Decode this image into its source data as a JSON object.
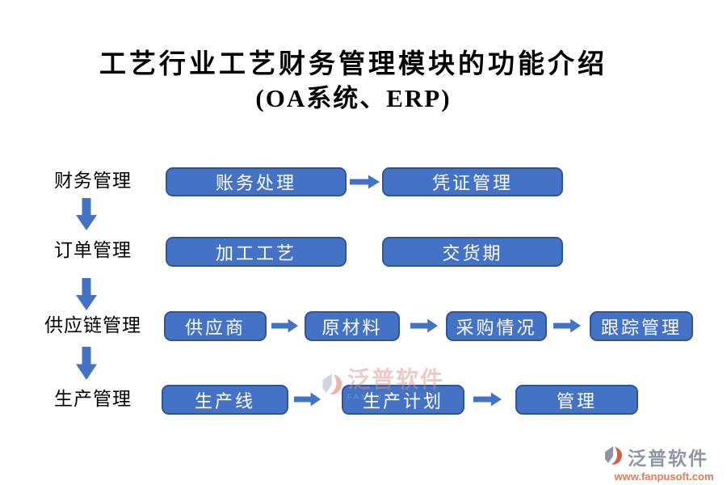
{
  "title": {
    "line1": "工艺行业工艺财务管理模块的功能介绍",
    "line2": "(OA系统、ERP)"
  },
  "rows": [
    {
      "label": "财务管理",
      "boxes": [
        "账务处理",
        "凭证管理"
      ]
    },
    {
      "label": "订单管理",
      "boxes": [
        "加工工艺",
        "交货期"
      ]
    },
    {
      "label": "供应链管理",
      "boxes": [
        "供应商",
        "原材料",
        "采购情况",
        "跟踪管理"
      ]
    },
    {
      "label": "生产管理",
      "boxes": [
        "生产线",
        "生产计划",
        "管理"
      ]
    }
  ],
  "watermark": {
    "text": "泛普软件",
    "subtext": "FANPU"
  },
  "footer_logo": {
    "name": "泛普软件",
    "url": "www.fanpusoft.com"
  },
  "colors": {
    "node_fill": "#4472C4",
    "node_border": "#2F5597",
    "arrow": "#4472C4",
    "node_text": "#FFFFFF",
    "logo_gray": "#8C96A6",
    "logo_accent": "#D2604A",
    "logo_url": "#DE7B5C"
  }
}
